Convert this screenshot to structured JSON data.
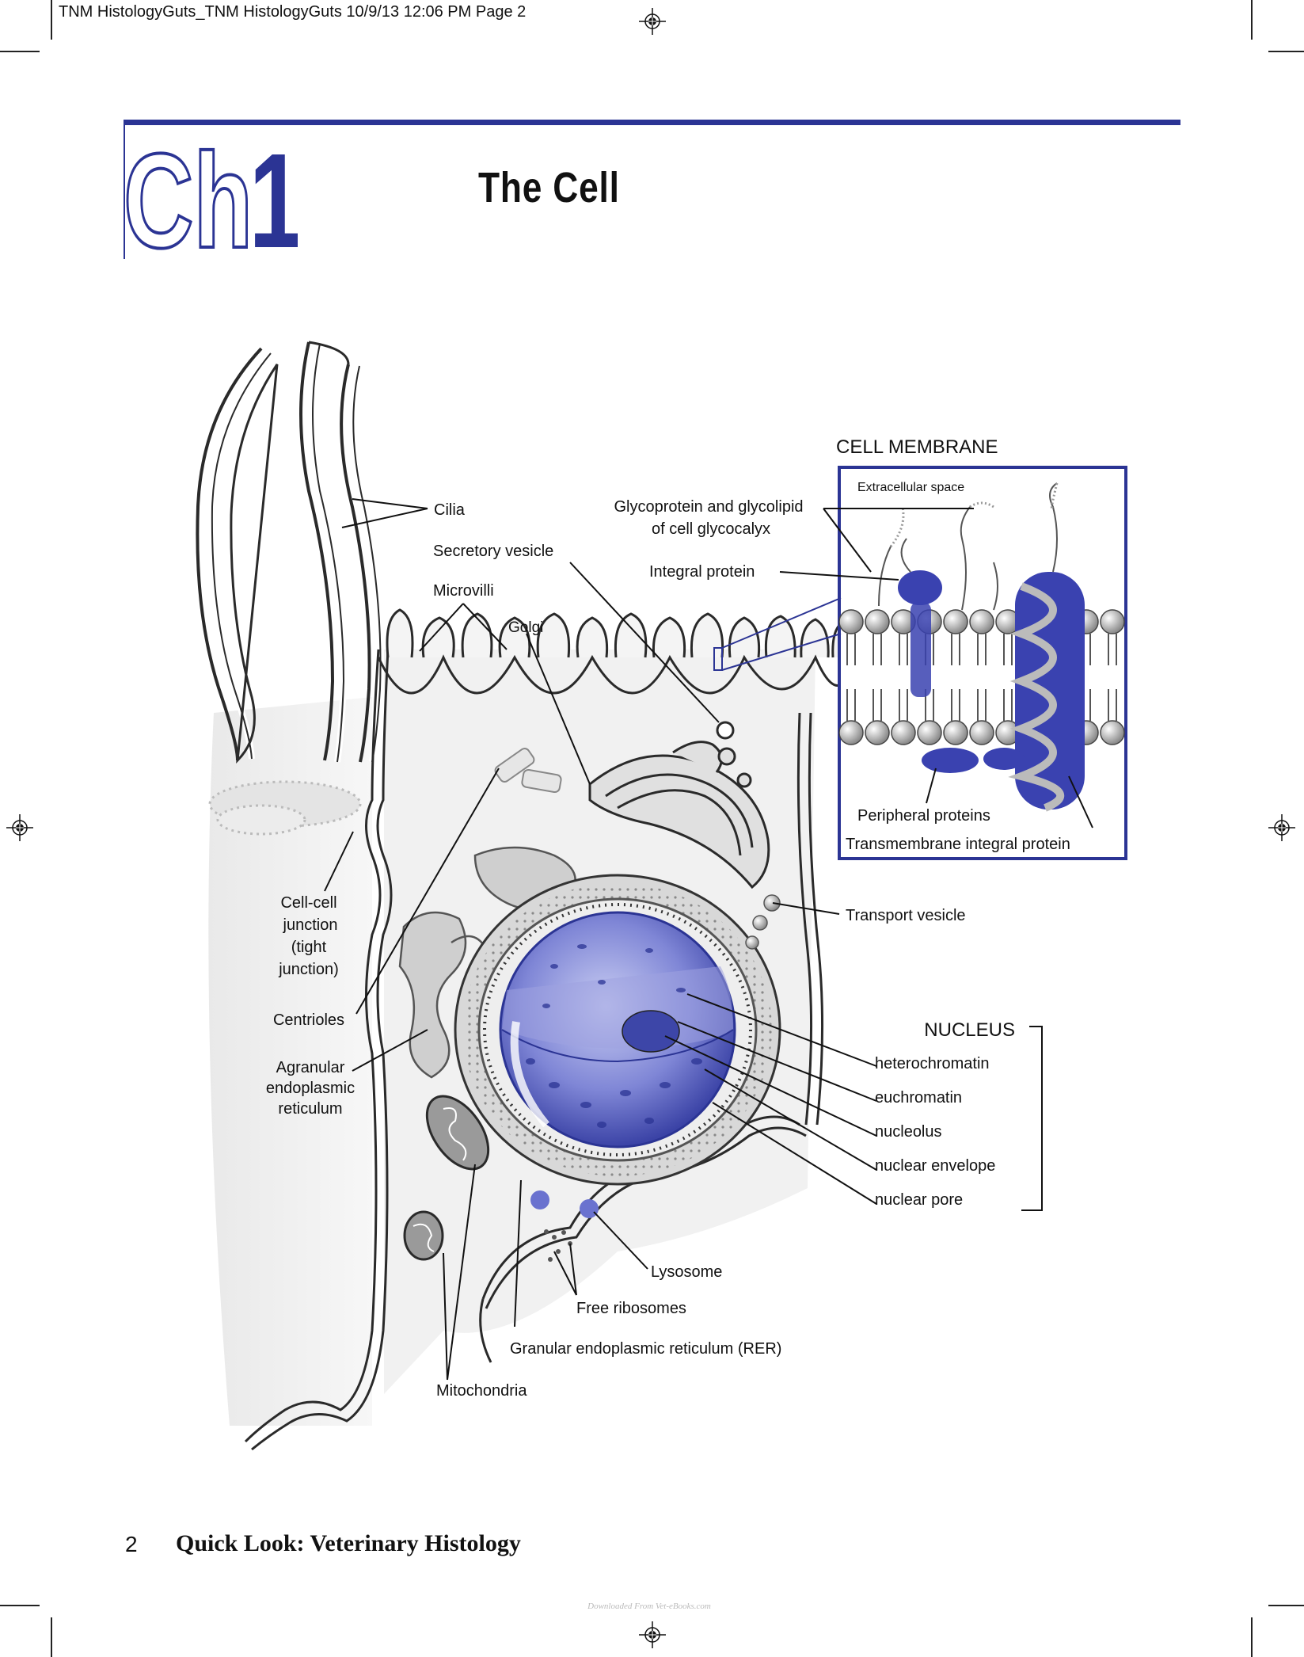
{
  "header": {
    "slug": "TNM HistologyGuts_TNM HistologyGuts  10/9/13  12:06 PM  Page 2",
    "chapter_prefix": "Ch",
    "chapter_number": "1",
    "chapter_title": "The Cell"
  },
  "diagram": {
    "labels": {
      "cilia": "Cilia",
      "secretory_vesicle": "Secretory vesicle",
      "microvilli": "Microvilli",
      "golgi": "Golgi",
      "glyco_line1": "Glycoprotein and glycolipid",
      "glyco_line2": "of cell glycocalyx",
      "integral_protein": "Integral protein",
      "cell_cell_1": "Cell-cell",
      "cell_cell_2": "junction",
      "cell_cell_3": "(tight",
      "cell_cell_4": "junction)",
      "centrioles": "Centrioles",
      "ag_er_1": "Agranular",
      "ag_er_2": "endoplasmic",
      "ag_er_3": "reticulum",
      "transport_vesicle": "Transport vesicle",
      "lysosome": "Lysosome",
      "free_ribosomes": "Free ribosomes",
      "rer": "Granular endoplasmic reticulum (RER)",
      "mitochondria": "Mitochondria"
    },
    "membrane_inset": {
      "title": "CELL MEMBRANE",
      "extracellular": "Extracellular space",
      "peripheral": "Peripheral proteins",
      "transmembrane": "Transmembrane integral protein"
    },
    "nucleus": {
      "title": "NUCLEUS",
      "parts": [
        "heterochromatin",
        "euchromatin",
        "nucleolus",
        "nuclear envelope",
        "nuclear pore"
      ]
    },
    "colors": {
      "accent_blue": "#2b3494",
      "nucleus_blue": "#5a63c4",
      "outline": "#2a2a2a"
    }
  },
  "footer": {
    "page_number": "2",
    "book_title": "Quick Look: Veterinary Histology",
    "watermark": "Downloaded From Vet-eBooks.com"
  }
}
